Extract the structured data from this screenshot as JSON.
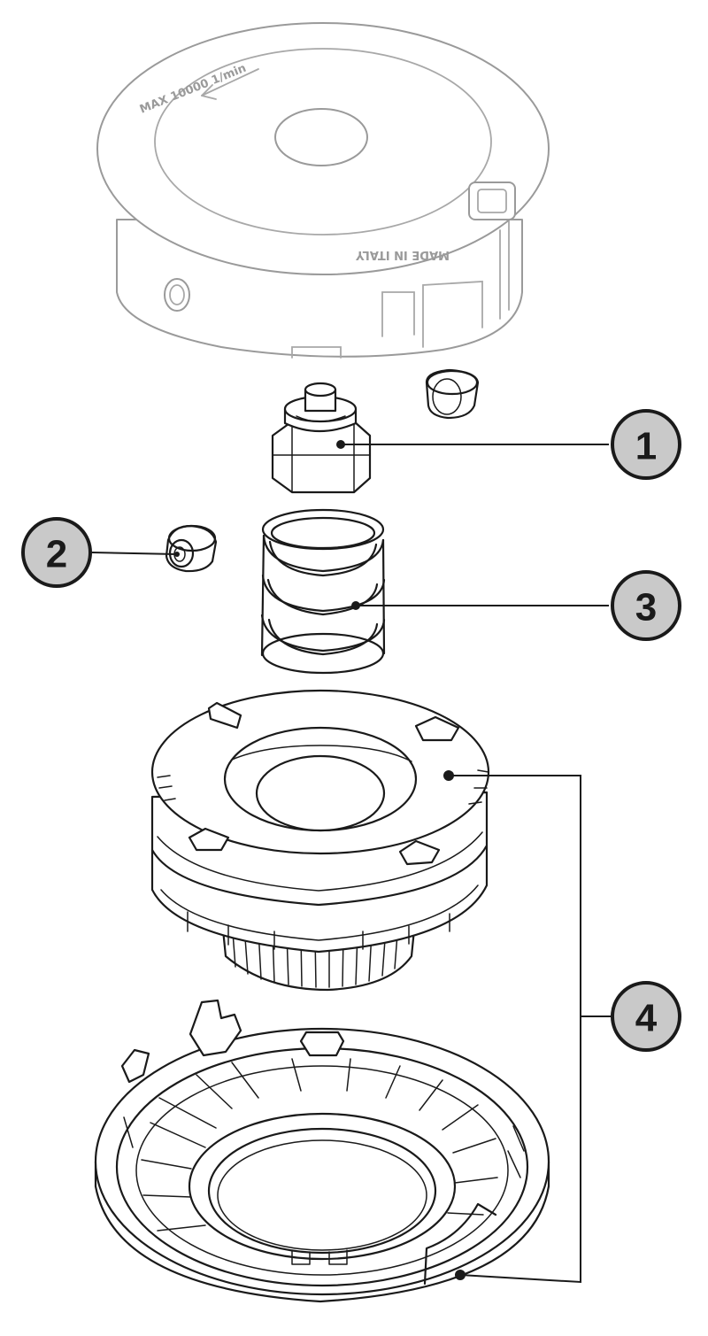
{
  "cover": {
    "text_top": "MAX 10000 1/min",
    "text_side": "MADE IN ITALY"
  },
  "callouts": [
    {
      "label": "1"
    },
    {
      "label": "2"
    },
    {
      "label": "3"
    },
    {
      "label": "4"
    }
  ]
}
